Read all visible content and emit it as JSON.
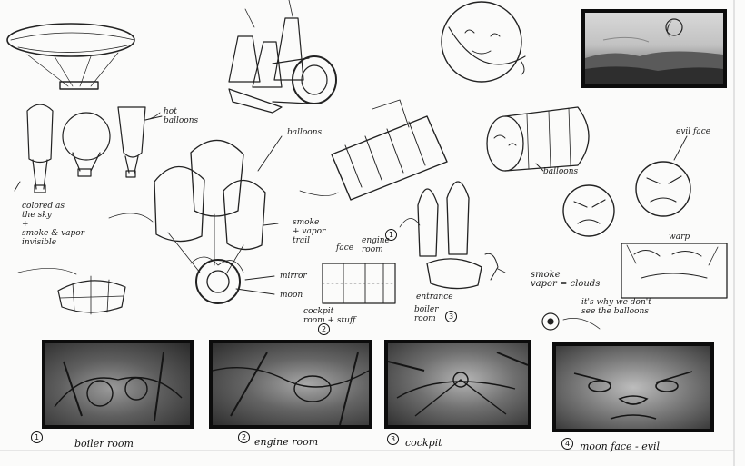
{
  "annotations": {
    "hot_balloons": "hot\nballoons",
    "balloons_top": "balloons",
    "balloons_mid": "balloons",
    "evil_face": "evil face",
    "colored_sky": "colored as\nthe sky\n+\nsmoke & vapor\ninvisible",
    "smoke_vapor": "smoke\n+ vapor\ntrail",
    "mirror": "mirror",
    "moon": "moon",
    "face": "face",
    "engine_room": "engine\nroom",
    "entrance": "entrance",
    "cockpit_room": "cockpit\nroom + stuff",
    "boiler_room_small": "boiler\nroom",
    "warp": "warp",
    "smoke_vapor_clouds": "smoke\nvapor = clouds",
    "explanation": "it's why we don't\nsee the balloons"
  },
  "panels": [
    {
      "number": "1",
      "caption": "boiler room"
    },
    {
      "number": "2",
      "caption": "engine room"
    },
    {
      "number": "3",
      "caption": "cockpit"
    },
    {
      "number": "4",
      "caption": "moon face - evil"
    }
  ],
  "diagram_numbers": [
    "1",
    "2",
    "3"
  ]
}
